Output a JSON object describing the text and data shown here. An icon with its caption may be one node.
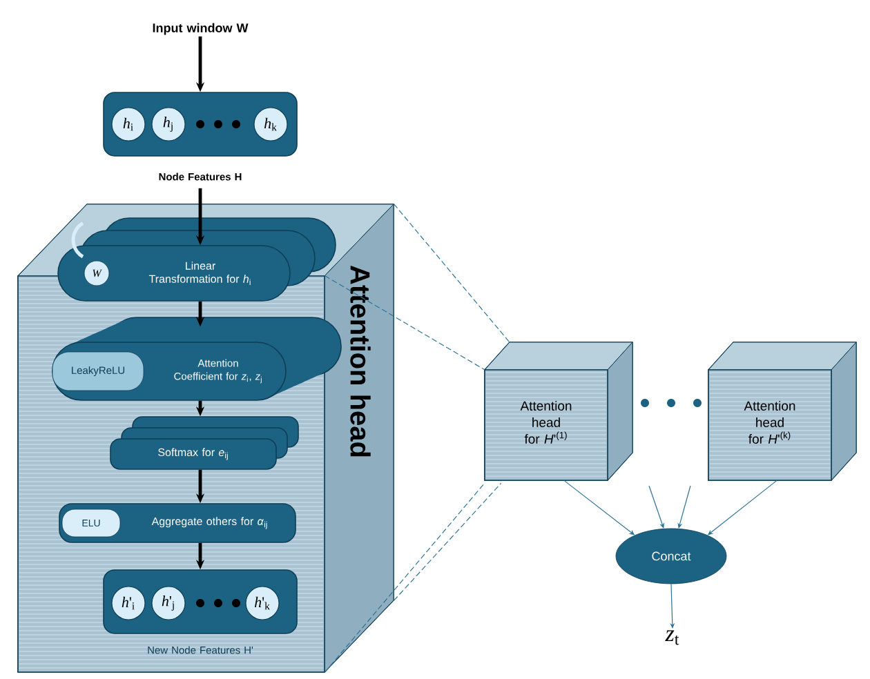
{
  "diagram": {
    "nodes": [
      {
        "text": [
          "Input window W"
        ]
      },
      {
        "text": [
          "Node Features H"
        ]
      },
      {
        "text": [
          "*h*$_{i}$"
        ],
        "in": 1
      },
      {
        "text": [
          "*h*$_{j}$"
        ],
        "in": 1
      },
      {
        "text": [
          "*h*$_{k}$"
        ],
        "in": 1
      },
      {
        "text": [
          "Attention head"
        ]
      },
      {
        "text": [
          "Linear Transformation for *h*$_{i}$"
        ],
        "in": 5
      },
      {
        "text": [
          "W"
        ],
        "in": 6
      },
      {
        "text": [
          "Attention Coefficient for *z*$_{i}$, *z*$_{j}$"
        ],
        "in": 5
      },
      {
        "text": [
          "LeakyReLU"
        ],
        "in": 8
      },
      {
        "text": [
          "Softmax for *e*$_{ij}$"
        ],
        "in": 5
      },
      {
        "text": [
          "Aggregate others for *α*$_{ij}$"
        ],
        "in": 5
      },
      {
        "text": [
          "ELU"
        ],
        "in": 11
      },
      {
        "text": [
          "New Node Features H'"
        ],
        "in": 5
      },
      {
        "text": [
          "*h*'$_{i}$"
        ],
        "in": 13
      },
      {
        "text": [
          "*h*'$_{j}$"
        ],
        "in": 13
      },
      {
        "text": [
          "*h*'$_{k}$"
        ],
        "in": 13
      },
      {
        "text": [
          "Attention head for *H*'$^{(1)}$"
        ]
      },
      {
        "text": [
          "Attention head for *H*'$^{(k)}$"
        ]
      },
      {
        "text": [
          "Concat"
        ]
      },
      {
        "text": [
          "*z*$_{t}$"
        ]
      }
    ],
    "edges": [
      {
        "from": 0,
        "to": 1,
        "arrow": "to",
        "style": "thick",
        "color": "#000000"
      },
      {
        "from": 1,
        "to": 6,
        "arrow": "to",
        "style": "thick",
        "color": "#000000"
      },
      {
        "from": 6,
        "to": 8,
        "arrow": "to",
        "style": "thick",
        "color": "#000000"
      },
      {
        "from": 8,
        "to": 10,
        "arrow": "to",
        "style": "thick",
        "color": "#000000"
      },
      {
        "from": 10,
        "to": 11,
        "arrow": "to",
        "style": "thick",
        "color": "#000000"
      },
      {
        "from": 11,
        "to": 13,
        "arrow": "to",
        "style": "thick",
        "color": "#000000"
      },
      {
        "from": 5,
        "to": 17,
        "arrow": "none",
        "style": "dashed"
      },
      {
        "from": 5,
        "to": 17,
        "arrow": "none",
        "style": "dashed"
      },
      {
        "from": 5,
        "to": 17,
        "arrow": "none",
        "style": "dashed"
      },
      {
        "from": 5,
        "to": 17,
        "arrow": "none",
        "style": "dashed"
      },
      {
        "from": 17,
        "to": 19,
        "arrow": "to"
      },
      {
        "from": null,
        "to": 19,
        "arrow": "to"
      },
      {
        "from": null,
        "to": 19,
        "arrow": "to"
      },
      {
        "from": 18,
        "to": 19,
        "arrow": "to"
      },
      {
        "from": 19,
        "to": 20,
        "arrow": "to"
      }
    ]
  }
}
